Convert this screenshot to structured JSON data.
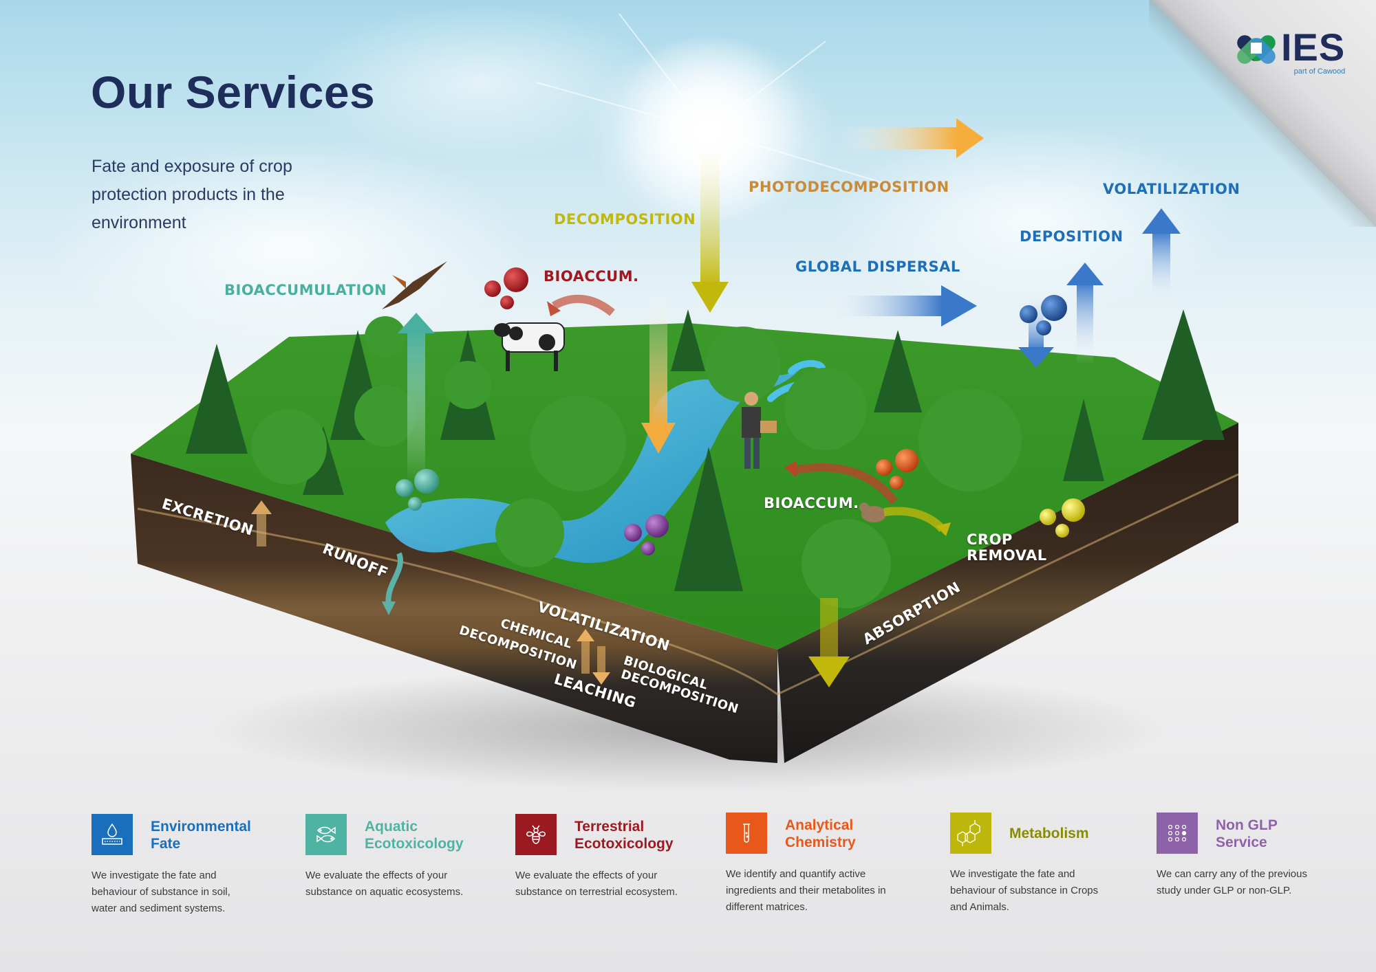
{
  "header": {
    "title": "Our Services",
    "subtitle": "Fate and exposure of crop protection products in the environment"
  },
  "logo": {
    "word": "IES",
    "tagline": "part of Cawood",
    "colors": {
      "navy": "#1f2d5a",
      "green": "#1a9a4b",
      "lightgreen": "#4cb06a",
      "blue": "#3a8fcf"
    }
  },
  "diagram": {
    "sky_labels": [
      {
        "id": "bioaccumulation",
        "text": "BIOACCUMULATION",
        "color": "#49b0a0"
      },
      {
        "id": "bioaccum-cow",
        "text": "BIOACCUM.",
        "color": "#a3161f"
      },
      {
        "id": "decomposition",
        "text": "DECOMPOSITION",
        "color": "#c2b80b"
      },
      {
        "id": "photodecomposition",
        "text": "PHOTODECOMPOSITION",
        "color": "#c98a3a"
      },
      {
        "id": "global-dispersal",
        "text": "GLOBAL DISPERSAL",
        "color": "#1f6fb8"
      },
      {
        "id": "deposition",
        "text": "DEPOSITION",
        "color": "#1f6fb8"
      },
      {
        "id": "volatilization-air",
        "text": "VOLATILIZATION",
        "color": "#1f6fb8"
      }
    ],
    "ground_labels": [
      {
        "id": "bioaccum-field",
        "text": "BIOACCUM."
      },
      {
        "id": "crop-removal-1",
        "text": "CROP"
      },
      {
        "id": "crop-removal-2",
        "text": "REMOVAL"
      }
    ],
    "soil_labels": [
      {
        "id": "excretion",
        "text": "EXCRETION"
      },
      {
        "id": "runoff",
        "text": "RUNOFF"
      },
      {
        "id": "volatilization-soil",
        "text": "VOLATILIZATION"
      },
      {
        "id": "chemical",
        "text": "CHEMICAL"
      },
      {
        "id": "chemical-decomposition",
        "text": "DECOMPOSITION"
      },
      {
        "id": "leaching",
        "text": "LEACHING"
      },
      {
        "id": "biological",
        "text": "BIOLOGICAL"
      },
      {
        "id": "biological-decomposition",
        "text": "DECOMPOSITION"
      },
      {
        "id": "absorption",
        "text": "ABSORPTION"
      }
    ],
    "molecule_colors": {
      "red": "#b3161e",
      "teal": "#4fb3a3",
      "blue": "#1f5fae",
      "purple": "#8a3ea3",
      "orange": "#e25a1c",
      "yellow": "#e6da1a"
    }
  },
  "services": [
    {
      "id": "environmental-fate",
      "icon": "water-drop-soil-icon",
      "title_1": "Environmental",
      "title_2": "Fate",
      "color": "#1a6fbd",
      "desc": "We investigate the fate and behaviour of substance in soil, water and sediment systems."
    },
    {
      "id": "aquatic-ecotoxicology",
      "icon": "fish-icon",
      "title_1": "Aquatic",
      "title_2": "Ecotoxicology",
      "color": "#4fb3a3",
      "desc": "We evaluate the effects of your substance on aquatic ecosystems."
    },
    {
      "id": "terrestrial-ecotoxicology",
      "icon": "bee-icon",
      "title_1": "Terrestrial",
      "title_2": "Ecotoxicology",
      "color": "#9b1a22",
      "desc": "We evaluate the effects of your substance on terrestrial ecosystem."
    },
    {
      "id": "analytical-chemistry",
      "icon": "test-tube-icon",
      "title_1": "Analytical",
      "title_2": "Chemistry",
      "color": "#e8581a",
      "desc": "We identify and quantify active ingredients and their metabolites in different matrices."
    },
    {
      "id": "metabolism",
      "icon": "molecule-icon",
      "title_1": "Metabolism",
      "title_2": "",
      "color": "#bcb70a",
      "title_color": "#8a8a0a",
      "desc": "We investigate the fate and behaviour of substance in Crops and Animals."
    },
    {
      "id": "non-glp-service",
      "icon": "dot-grid-icon",
      "title_1": "Non GLP",
      "title_2": "Service",
      "color": "#8e62a9",
      "desc": "We can carry any of the previous study under GLP or non-GLP."
    }
  ]
}
